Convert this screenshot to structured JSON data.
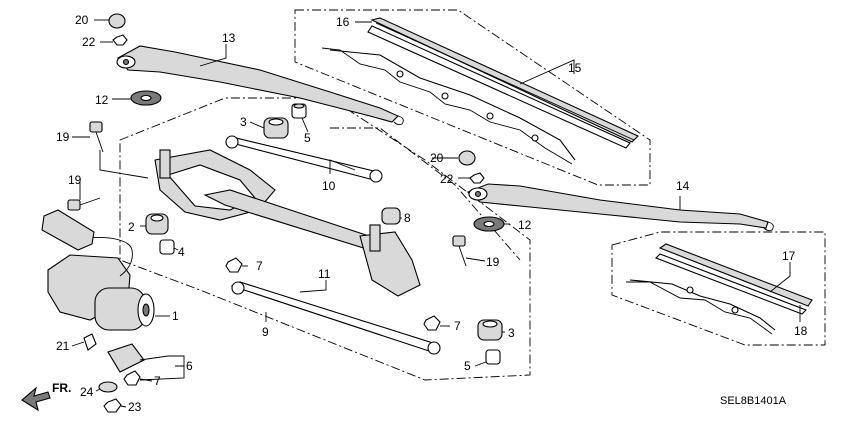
{
  "diagram": {
    "callouts": {
      "c1": "1",
      "c2": "2",
      "c3a": "3",
      "c3b": "3",
      "c4": "4",
      "c5a": "5",
      "c5b": "5",
      "c6": "6",
      "c7a": "7",
      "c7b": "7",
      "c7c": "7",
      "c8": "8",
      "c9": "9",
      "c10": "10",
      "c11": "11",
      "c12a": "12",
      "c12b": "12",
      "c13": "13",
      "c14": "14",
      "c15": "15",
      "c16": "16",
      "c17": "17",
      "c18": "18",
      "c19a": "19",
      "c19b": "19",
      "c19c": "19",
      "c20a": "20",
      "c20b": "20",
      "c21": "21",
      "c22a": "22",
      "c22b": "22",
      "c23": "23",
      "c24": "24"
    },
    "front_label": "FR.",
    "diagram_code": "SEL8B1401A"
  }
}
